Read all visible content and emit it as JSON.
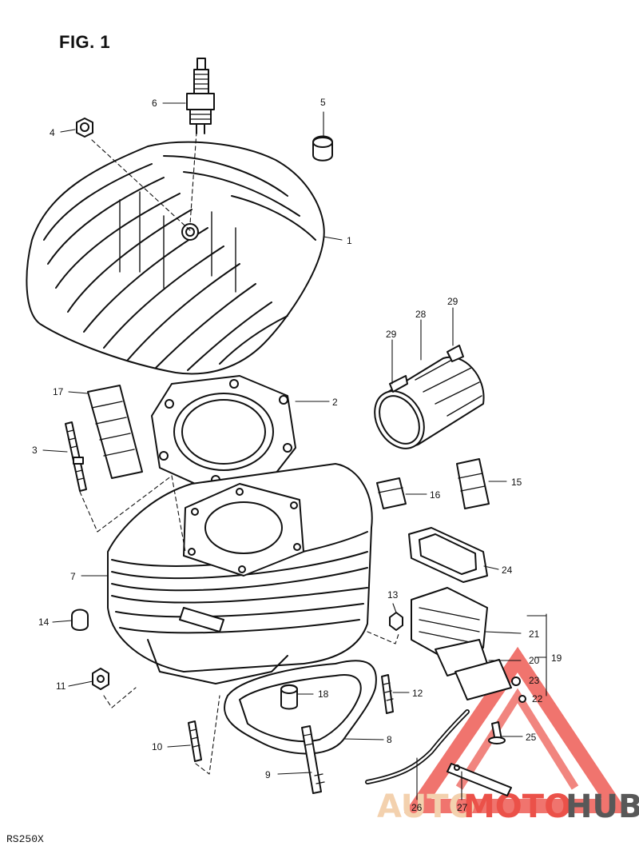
{
  "figure": {
    "title": "FIG. 1",
    "model": "RS250X"
  },
  "callouts": {
    "p1": "1",
    "p2": "2",
    "p3": "3",
    "p4": "4",
    "p5": "5",
    "p6": "6",
    "p7": "7",
    "p8": "8",
    "p9": "9",
    "p10": "10",
    "p11": "11",
    "p12": "12",
    "p13": "13",
    "p14": "14",
    "p15": "15",
    "p16": "16",
    "p17": "17",
    "p18": "18",
    "p19": "19",
    "p20": "20",
    "p21": "21",
    "p22": "22",
    "p23": "23",
    "p24": "24",
    "p25": "25",
    "p26": "26",
    "p27": "27",
    "p28": "28",
    "p29a": "29",
    "p29b": "29"
  },
  "watermark": {
    "part1": "AUTO",
    "part2": "MOTO",
    "part3": "HUB",
    "accent_color": "#e8332a",
    "secondary_color": "#f2c9a0",
    "hub_color": "#3c3c3c"
  }
}
